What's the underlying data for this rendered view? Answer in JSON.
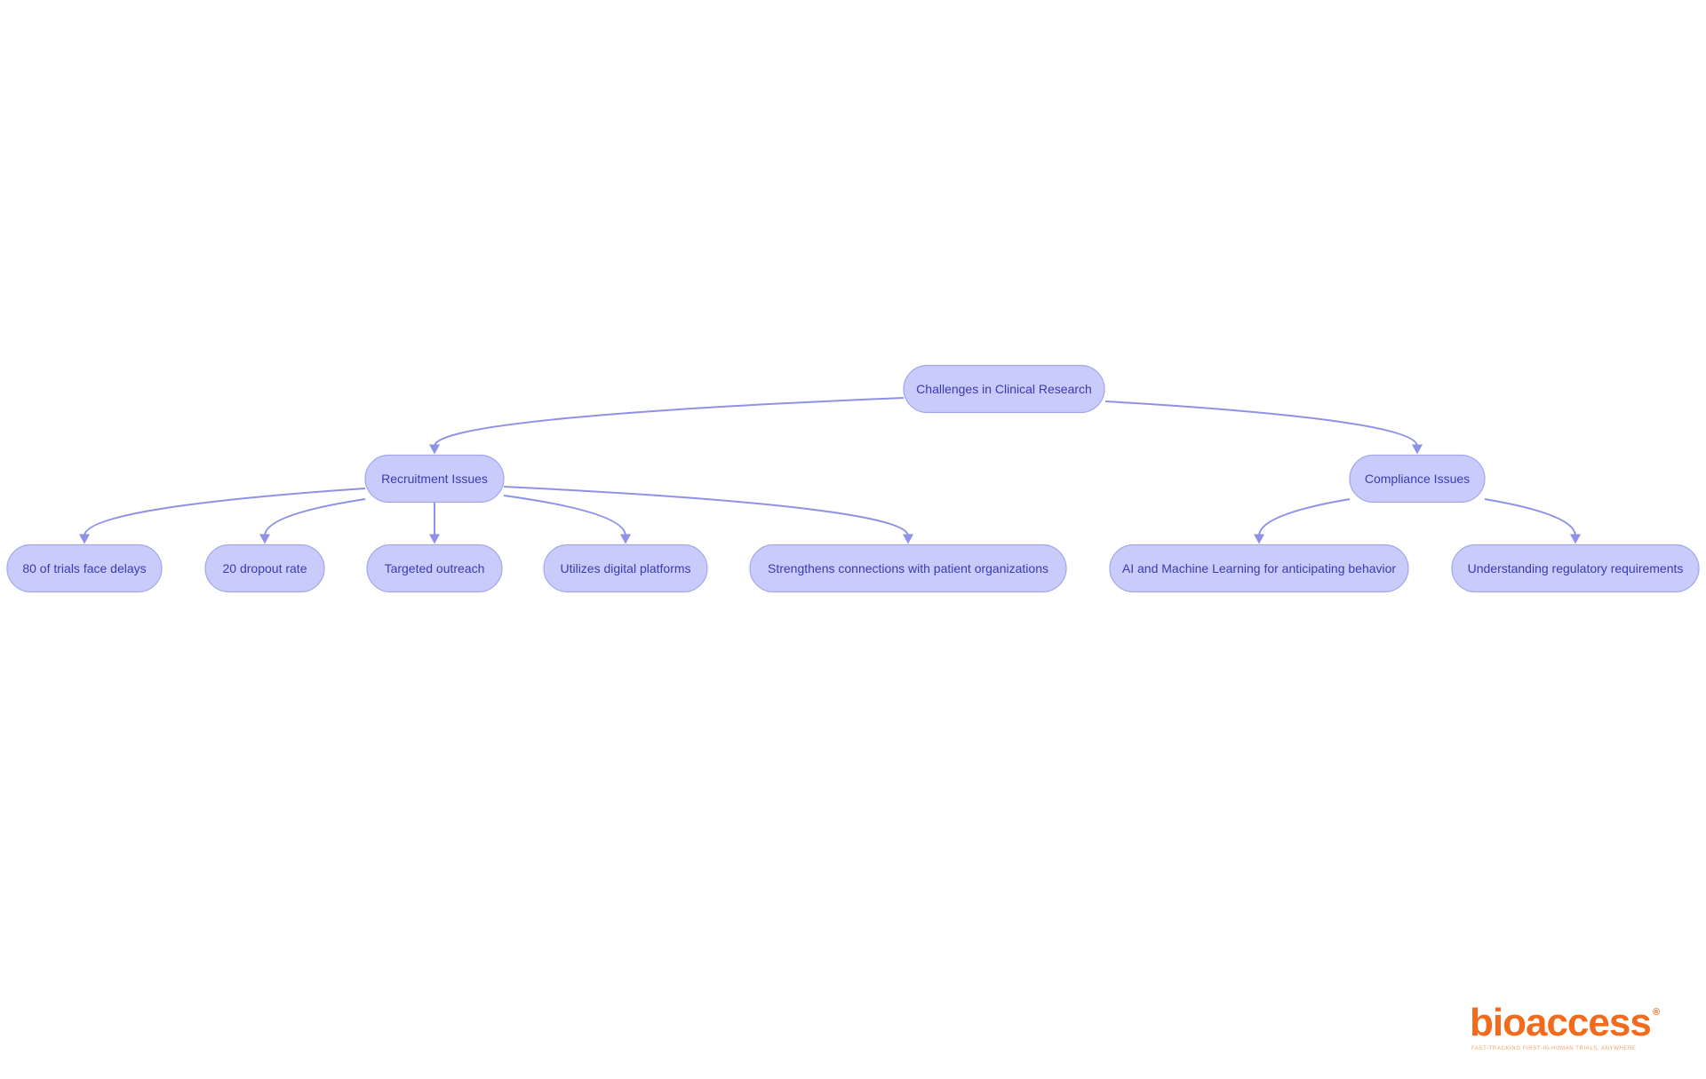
{
  "diagram": {
    "root": {
      "id": "root",
      "label": "Challenges in Clinical Research"
    },
    "recruitment": {
      "id": "recruitment",
      "label": "Recruitment Issues"
    },
    "compliance": {
      "id": "compliance",
      "label": "Compliance Issues"
    },
    "recruitment_children": [
      {
        "id": "r1",
        "label": "80 of trials face delays"
      },
      {
        "id": "r2",
        "label": "20 dropout rate"
      },
      {
        "id": "r3",
        "label": "Targeted outreach"
      },
      {
        "id": "r4",
        "label": "Utilizes digital platforms"
      },
      {
        "id": "r5",
        "label": "Strengthens connections with patient organizations"
      }
    ],
    "compliance_children": [
      {
        "id": "c1",
        "label": "AI and Machine Learning for anticipating behavior"
      },
      {
        "id": "c2",
        "label": "Understanding regulatory requirements"
      }
    ],
    "edges": [
      {
        "from": "root",
        "to": "recruitment"
      },
      {
        "from": "root",
        "to": "compliance"
      },
      {
        "from": "recruitment",
        "to": "r1"
      },
      {
        "from": "recruitment",
        "to": "r2"
      },
      {
        "from": "recruitment",
        "to": "r3"
      },
      {
        "from": "recruitment",
        "to": "r4"
      },
      {
        "from": "recruitment",
        "to": "r5"
      },
      {
        "from": "compliance",
        "to": "c1"
      },
      {
        "from": "compliance",
        "to": "c2"
      }
    ],
    "colors": {
      "node_fill": "#c9cbfb",
      "node_stroke": "#a3a6ec",
      "node_text": "#3a3bb0",
      "edge": "#8d91e8"
    }
  },
  "logo": {
    "word": "bioaccess",
    "registered": "®",
    "tagline": "FAST-TRACKING FIRST-IN-HUMAN TRIALS, ANYWHERE",
    "color": "#f26a1b"
  }
}
